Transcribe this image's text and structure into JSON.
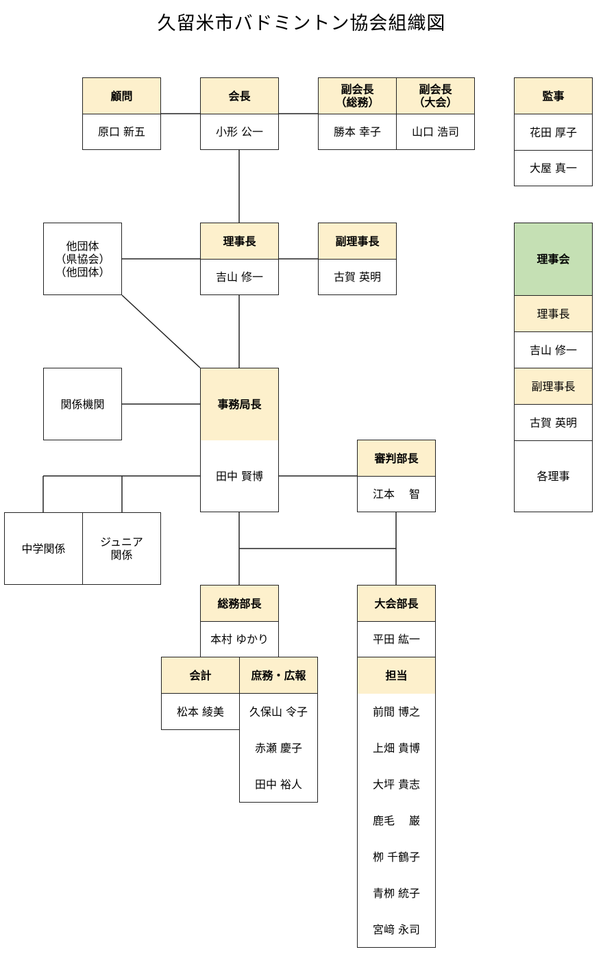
{
  "title": "久留米市バドミントン協会組織図",
  "colors": {
    "header": "#fdf0cc",
    "board": "#c5e0b4",
    "line": "#222222"
  },
  "komon": {
    "role": "顧問",
    "name": "原口 新五"
  },
  "kaicho": {
    "role": "会長",
    "name": "小形 公一"
  },
  "fukukaicho_somu": {
    "role": "副会長\n（総務）",
    "name": "勝本 幸子"
  },
  "fukukaicho_taikai": {
    "role": "副会長\n（大会）",
    "name": "山口 浩司"
  },
  "kanji": {
    "role": "監事",
    "names": [
      "花田 厚子",
      "大屋 真一"
    ]
  },
  "tadantai": {
    "label": "他団体\n（県協会）\n（他団体）"
  },
  "rijicho": {
    "role": "理事長",
    "name": "吉山 修一"
  },
  "fukurijicho": {
    "role": "副理事長",
    "name": "古賀 英明"
  },
  "rijikai": {
    "title": "理事会",
    "r1_role": "理事長",
    "r1_name": "吉山 修一",
    "r2_role": "副理事長",
    "r2_name": "古賀 英明",
    "members": "各理事"
  },
  "kankei": {
    "label": "関係機関"
  },
  "jimukyokucho": {
    "role": "事務局長",
    "name": "田中 賢博"
  },
  "shinpan": {
    "role": "審判部長",
    "name": "江本　 智"
  },
  "chugaku": {
    "label": "中学関係"
  },
  "junior": {
    "label": "ジュニア\n関係"
  },
  "somu": {
    "role": "総務部長",
    "name": "本村 ゆかり"
  },
  "kaikei": {
    "role": "会計",
    "name": "松本 綾美"
  },
  "shomu": {
    "role": "庶務・広報",
    "names": [
      "久保山 令子",
      "赤瀬 慶子",
      "田中 裕人"
    ]
  },
  "taikai": {
    "role": "大会部長",
    "name": "平田 紘一"
  },
  "tanto": {
    "role": "担当",
    "names": [
      "前間 博之",
      "上畑 貴博",
      "大坪 貴志",
      "鹿毛　 巌",
      "栁 千鶴子",
      "青栁 統子",
      "宮﨑 永司"
    ]
  }
}
